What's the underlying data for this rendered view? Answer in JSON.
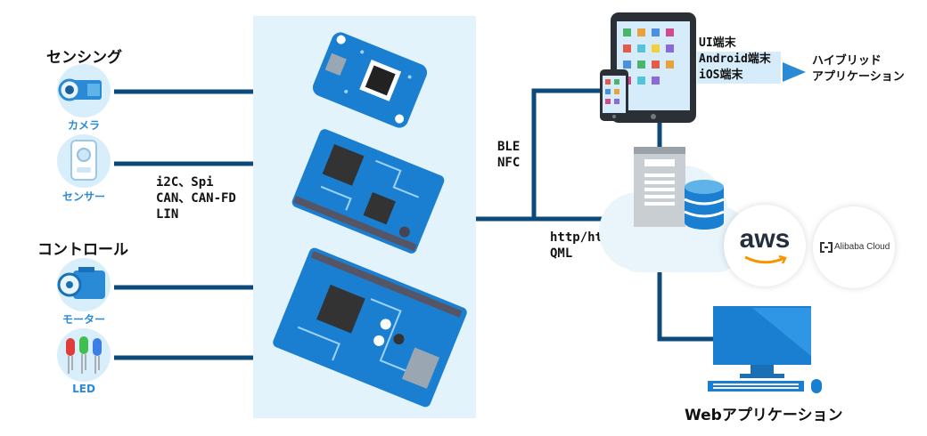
{
  "sections": {
    "sensing": "センシング",
    "control": "コントロール"
  },
  "devices": [
    {
      "label": "カメラ",
      "icon": "camera-icon"
    },
    {
      "label": "センサー",
      "icon": "sensor-icon"
    },
    {
      "label": "モーター",
      "icon": "motor-icon"
    },
    {
      "label": "LED",
      "icon": "led-icon"
    }
  ],
  "protocols": {
    "wired": [
      "i2C、Spi",
      "CAN、CAN-FD",
      "LIN"
    ],
    "wireless": [
      "BLE",
      "NFC"
    ],
    "cloud": [
      "http/https",
      "QML"
    ]
  },
  "mobile": {
    "terminals": [
      "UI端末",
      "Android端末",
      "iOS端末"
    ],
    "hybrid": [
      "ハイブリッド",
      "アプリケーション"
    ]
  },
  "cloud_providers": [
    {
      "name": "aws",
      "icon": "aws-logo"
    },
    {
      "name": "Alibaba Cloud",
      "icon": "alibaba-cloud-logo"
    }
  ],
  "web_app": "Webアプリケーション",
  "colors": {
    "line": "#0b4a7a",
    "panel": "#e3f3fc",
    "board": "#1a7fd0",
    "accent": "#2a8ad6"
  }
}
